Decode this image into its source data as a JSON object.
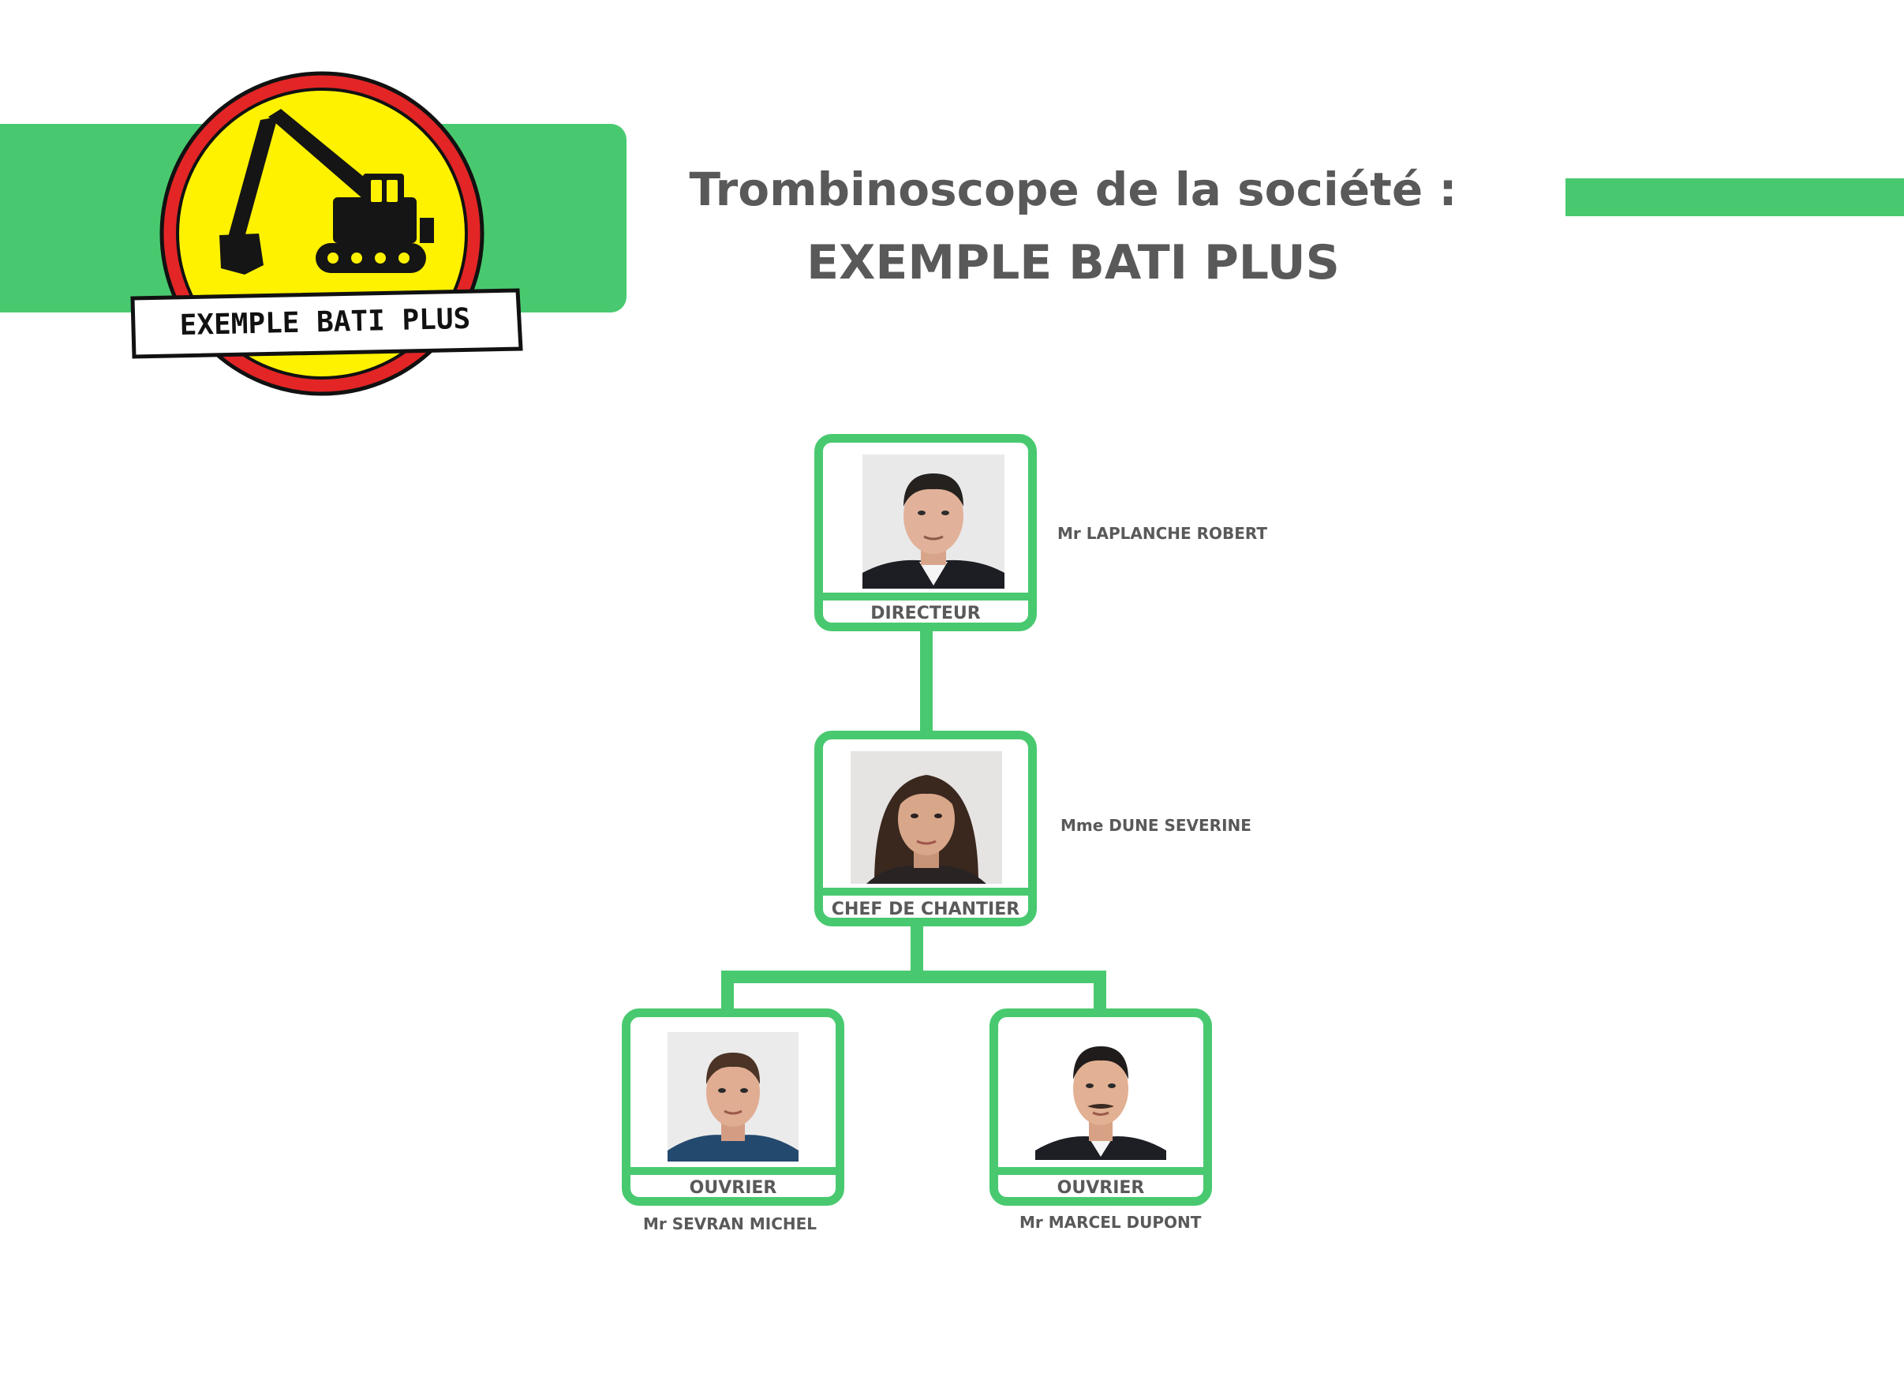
{
  "colors": {
    "accent_green": "#49c96f",
    "title_gray": "#595959",
    "logo_yellow": "#fff200",
    "logo_red": "#e32526"
  },
  "logo": {
    "text": "EXEMPLE BATI PLUS",
    "icon": "excavator-icon"
  },
  "header": {
    "title_line1": "Trombinoscope de la société :",
    "title_line2": "EXEMPLE BATI PLUS"
  },
  "org_chart": {
    "director": {
      "role": "DIRECTEUR",
      "name": "Mr LAPLANCHE ROBERT"
    },
    "site_manager": {
      "role": "CHEF DE CHANTIER",
      "name": "Mme DUNE SEVERINE"
    },
    "workers": [
      {
        "role": "OUVRIER",
        "name": "Mr SEVRAN MICHEL"
      },
      {
        "role": "OUVRIER",
        "name": "Mr MARCEL DUPONT"
      }
    ]
  }
}
